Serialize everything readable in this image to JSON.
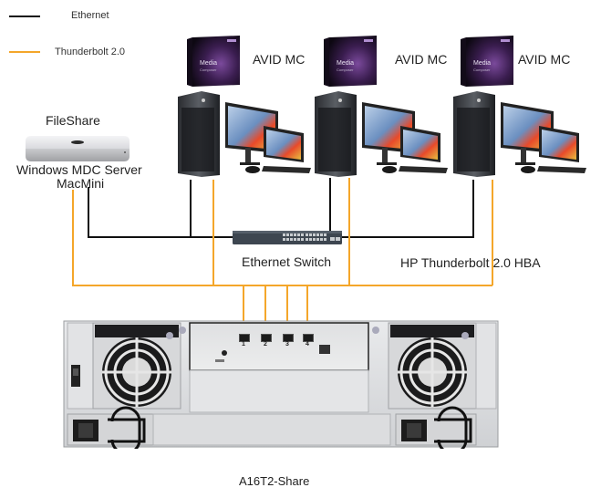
{
  "legend": {
    "items": [
      {
        "label": "Ethernet",
        "color": "#111111"
      },
      {
        "label": "Thunderbolt 2.0",
        "color": "#f4a62a"
      }
    ]
  },
  "colors": {
    "ethernet": "#111111",
    "thunderbolt": "#f4a62a"
  },
  "workstations": [
    {
      "software_label": "AVID MC",
      "box_text": "Media Composer"
    },
    {
      "software_label": "AVID MC",
      "box_text": "Media Composer"
    },
    {
      "software_label": "AVID MC",
      "box_text": "Media Composer"
    }
  ],
  "server": {
    "title": "FileShare",
    "line1": "Windows MDC Server",
    "line2": "MacMini"
  },
  "switch": {
    "label": "Ethernet Switch"
  },
  "hba": {
    "label": "HP Thunderbolt 2.0 HBA"
  },
  "storage": {
    "label": "A16T2-Share",
    "ports": [
      "1",
      "2",
      "3",
      "4"
    ]
  }
}
